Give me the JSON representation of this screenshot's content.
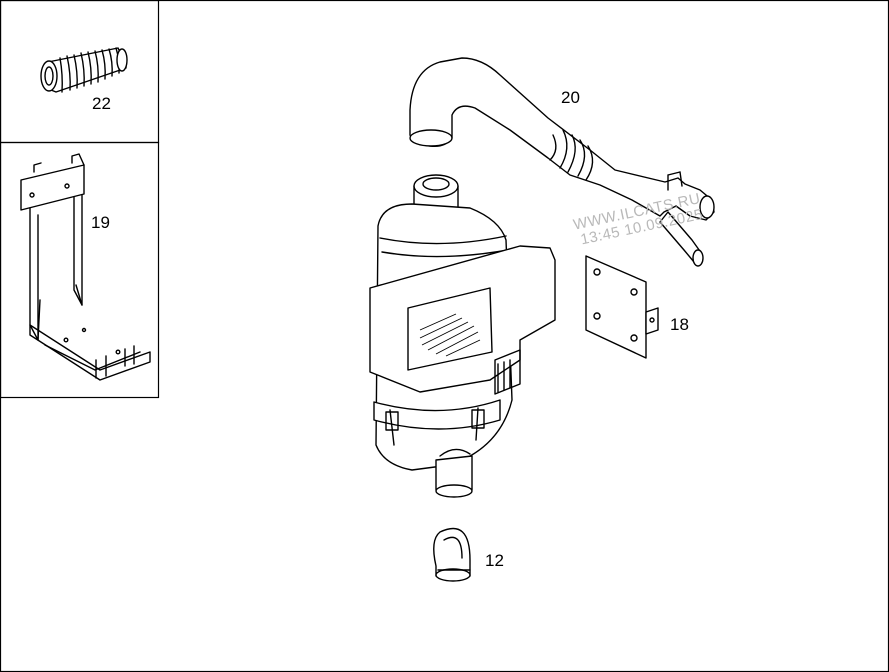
{
  "parts": {
    "p22": {
      "label": "22",
      "icon": "bellows-icon"
    },
    "p19": {
      "label": "19",
      "icon": "bracket-icon"
    },
    "p20": {
      "label": "20",
      "icon": "hose-icon"
    },
    "p18": {
      "label": "18",
      "icon": "gasket-icon"
    },
    "p12": {
      "label": "12",
      "icon": "clamp-icon"
    }
  },
  "watermark": {
    "line1": "WWW.ILCATS.RU",
    "line2": "13:45 10.09.2025"
  },
  "colors": {
    "line": "#000000",
    "background": "#ffffff",
    "watermark": "#b9b9b9"
  }
}
